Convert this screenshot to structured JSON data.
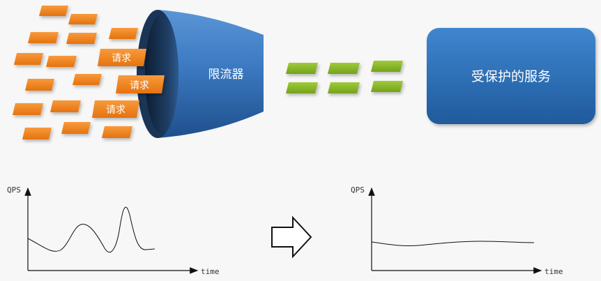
{
  "requests": {
    "label": "请求",
    "color": "#f5821f"
  },
  "limiter": {
    "label": "限流器",
    "color": "#3a78bf"
  },
  "passed_color": "#8ab826",
  "service": {
    "label": "受保护的服务",
    "color": "#2d6db2"
  },
  "chart_before": {
    "ylabel": "QPS",
    "xlabel": "time"
  },
  "chart_after": {
    "ylabel": "QPS",
    "xlabel": "time"
  },
  "transition_arrow_icon": "right-arrow-icon"
}
